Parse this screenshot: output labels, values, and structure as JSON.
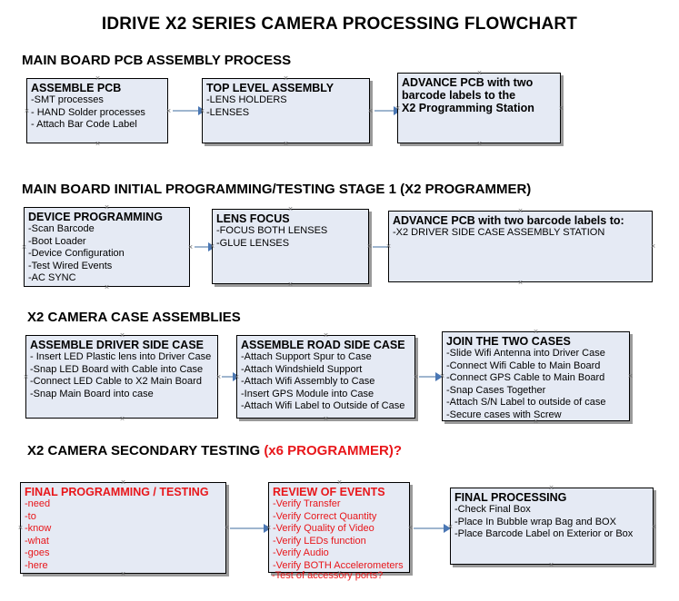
{
  "title": "IDRIVE X2  SERIES CAMERA PROCESSING FLOWCHART",
  "colors": {
    "box_fill": "#e5eaf4",
    "box_border": "#000000",
    "accent_red": "#e8161a",
    "connector": "#9fb6cf",
    "arrowhead": "#4a77b4",
    "text": "#000000"
  },
  "sections": [
    {
      "id": "pcb-assembly",
      "heading": "MAIN BOARD PCB ASSEMBLY PROCESS",
      "heading_accent": "",
      "boxes": [
        {
          "id": "assemble-pcb",
          "header": "ASSEMBLE PCB",
          "items": [
            "-SMT processes",
            "- HAND Solder processes",
            "- Attach Bar Code Label"
          ]
        },
        {
          "id": "top-level-assembly",
          "header": "TOP LEVEL ASSEMBLY",
          "items": [
            "-LENS HOLDERS",
            "-LENSES"
          ]
        },
        {
          "id": "advance-pcb-programming-station",
          "header": "ADVANCE PCB with two",
          "items": [
            "barcode labels to the",
            " X2 Programming Station"
          ]
        }
      ]
    },
    {
      "id": "initial-programming",
      "heading": "MAIN BOARD INITIAL PROGRAMMING/TESTING STAGE 1 (X2 PROGRAMMER)",
      "heading_accent": "",
      "boxes": [
        {
          "id": "device-programming",
          "header": "DEVICE PROGRAMMING",
          "items": [
            "-Scan Barcode",
            "-Boot Loader",
            "-Device Configuration",
            "-Test Wired Events",
            "-AC SYNC"
          ]
        },
        {
          "id": "lens-focus",
          "header": "LENS FOCUS",
          "items": [
            "-FOCUS BOTH LENSES",
            "-GLUE LENSES"
          ]
        },
        {
          "id": "advance-pcb-driver-side",
          "header": "ADVANCE PCB with two barcode labels to:",
          "items": [
            "-X2 DRIVER  SIDE  CASE  ASSEMBLY STATION"
          ]
        }
      ]
    },
    {
      "id": "case-assemblies",
      "heading": "X2 CAMERA CASE ASSEMBLIES",
      "heading_accent": "",
      "boxes": [
        {
          "id": "assemble-driver-side-case",
          "header": "ASSEMBLE DRIVER SIDE CASE",
          "items": [
            "- Insert LED Plastic lens into Driver Case",
            "-Snap LED Board with Cable into Case",
            "-Connect LED Cable to X2 Main Board",
            "-Snap Main Board into case"
          ]
        },
        {
          "id": "assemble-road-side-case",
          "header": "ASSEMBLE ROAD SIDE CASE",
          "items": [
            "-Attach Support Spur to Case",
            "-Attach Windshield Support",
            "-Attach Wifi Assembly to Case",
            "-Insert GPS Module into Case",
            "-Attach Wifi Label to Outside of Case"
          ]
        },
        {
          "id": "join-the-two-cases",
          "header": "JOIN THE TWO CASES",
          "items": [
            "-Slide Wifi Antenna into Driver Case",
            "-Connect Wifi Cable to Main Board",
            "-Connect GPS Cable to Main Board",
            "-Snap Cases Together",
            "-Attach S/N Label to outside of case",
            "-Secure cases with Screw"
          ]
        }
      ]
    },
    {
      "id": "secondary-testing",
      "heading": "X2 CAMERA SECONDARY TESTING ",
      "heading_accent": "(x6 PROGRAMMER)?",
      "boxes": [
        {
          "id": "final-programming-testing",
          "header": "FINAL PROGRAMMING / TESTING",
          "items": [
            "-need",
            "-to",
            "-know",
            "-what",
            "-goes",
            "-here"
          ]
        },
        {
          "id": "review-of-events",
          "header": "REVIEW OF EVENTS",
          "items": [
            "-Verify Transfer",
            "-Verify Correct Quantity",
            "-Verify Quality of Video",
            "-Verify LEDs function",
            "-Verify Audio",
            "-Verify BOTH Accelerometers"
          ],
          "overflow_item": "-Test of accessory ports?"
        },
        {
          "id": "final-processing",
          "header": "FINAL PROCESSING",
          "items": [
            " -Check Final Box",
            "-Place In Bubble wrap Bag and BOX",
            "-Place Barcode Label on Exterior or Box"
          ]
        }
      ]
    }
  ]
}
